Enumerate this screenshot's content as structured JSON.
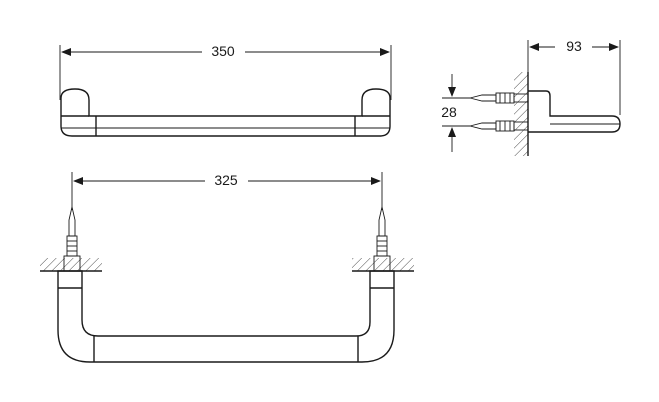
{
  "dimensions": {
    "overall_width": "350",
    "mounting_distance": "325",
    "depth": "93",
    "fixing_spacing": "28"
  },
  "colors": {
    "line": "#1a1a1a",
    "background": "#ffffff"
  }
}
